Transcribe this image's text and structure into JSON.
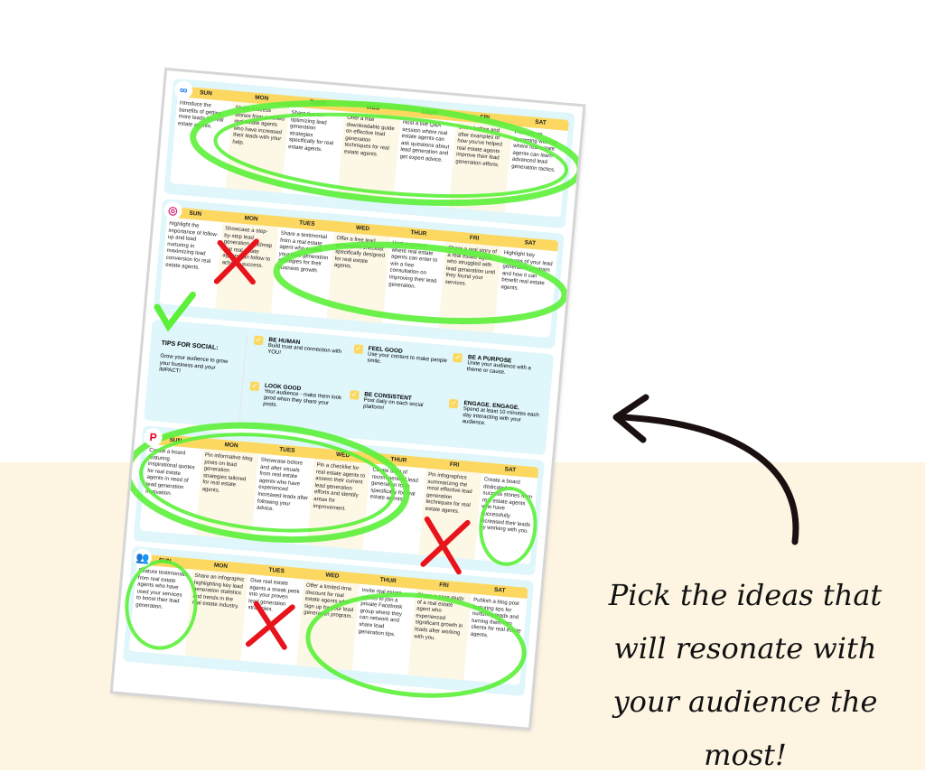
{
  "days": [
    "SUN",
    "MON",
    "TUES",
    "WED",
    "THUR",
    "FRI",
    "SAT"
  ],
  "sections": [
    {
      "platform": "facebook-meta",
      "logo_icon": "meta-logo-icon",
      "cells": [
        "Introduce the benefits of getting more leads for real estate agents.",
        "Share success stories from satisfied real estate agents who have increased their leads with your help.",
        "Share tips on optimizing lead generation strategies specifically for real estate agents.",
        "Offer a free downloadable guide on effective lead generation techniques for real estate agents.",
        "Host a live Q&A session where real estate agents can ask questions about lead generation and get expert advice.",
        "Show before and after examples of how you've helped real estate agents improve their lead generation efforts.",
        "Promote an upcoming webinar where real estate agents can learn advanced lead generation tactics."
      ]
    },
    {
      "platform": "instagram",
      "logo_icon": "instagram-logo-icon",
      "cells": [
        "Highlight the importance of follow-up and lead nurturing in maximizing lead conversion for real estate agents.",
        "Showcase a step-by-step lead generation roadmap that real estate agents can follow to achieve success.",
        "Share a testimonial from a real estate agent who credits your lead generation strategies for their business growth.",
        "Offer a free lead generation checklist specifically designed for real estate agents.",
        "Host a contest where real estate agents can enter to win a free consultation on improving their lead generation.",
        "Share a real story of a real estate agent who struggled with lead generation until they found your services.",
        "Highlight key features of your lead generation program and how it can benefit real estate agents."
      ]
    },
    {
      "platform": "pinterest",
      "logo_icon": "pinterest-logo-icon",
      "cells": [
        "Create a board featuring inspirational quotes for real estate agents in need of lead generation motivation.",
        "Pin informative blog posts on lead generation strategies tailored for real estate agents.",
        "Showcase before and after visuals from real estate agents who have experienced increased leads after following your advice.",
        "Pin a checklist for real estate agents to assess their current lead generation efforts and identify areas for improvement.",
        "Curate a list of recommended lead generation tools specifically for real estate agents.",
        "Pin infographics summarizing the most effective lead generation techniques for real estate agents.",
        "Create a board dedicated to success stories from real estate agents who have successfully increased their leads by working with you."
      ]
    },
    {
      "platform": "groups",
      "logo_icon": "groups-logo-icon",
      "cells": [
        "Feature testimonials from real estate agents who have used your services to boost their lead generation.",
        "Share an infographic highlighting key lead generation statistics and trends in the real estate industry.",
        "Give real estate agents a sneak peek into your proven lead generation strategies.",
        "Offer a limited-time discount for real estate agents who sign up for your lead generation program.",
        "Invite real estate agents to join a private Facebook group where they can network and share lead generation tips.",
        "Share a case study of a real estate agent who experienced significant growth in leads after working with you.",
        "Publish a blog post featuring tips for nurturing leads and turning them into clients for real estate agents."
      ]
    }
  ],
  "tips": {
    "title": "TIPS FOR SOCIAL:",
    "subtitle": "Grow your audience to grow your business and your IMPACT!",
    "items": [
      {
        "heading": "BE HUMAN",
        "text": "Build trust and connection with YOU!"
      },
      {
        "heading": "FEEL GOOD",
        "text": "Use your content to make people smile."
      },
      {
        "heading": "BE A PURPOSE",
        "text": "Unite your audience with a theme or cause."
      },
      {
        "heading": "LOOK GOOD",
        "text": "Your audience - make them look good when they share your posts."
      },
      {
        "heading": "BE CONSISTENT",
        "text": "Post daily on each social platform!"
      },
      {
        "heading": "ENGAGE. ENGAGE.",
        "text": "Spend at least 10 minutes each day interacting with your audience."
      }
    ]
  },
  "caption": "Pick the ideas that will resonate with your audience the most!",
  "colors": {
    "highlight_green": "#5cf03a",
    "cross_red": "#e8141c",
    "header_yellow": "#fcd860",
    "section_blue": "#dff6fb",
    "cream": "#fdf5e2"
  }
}
